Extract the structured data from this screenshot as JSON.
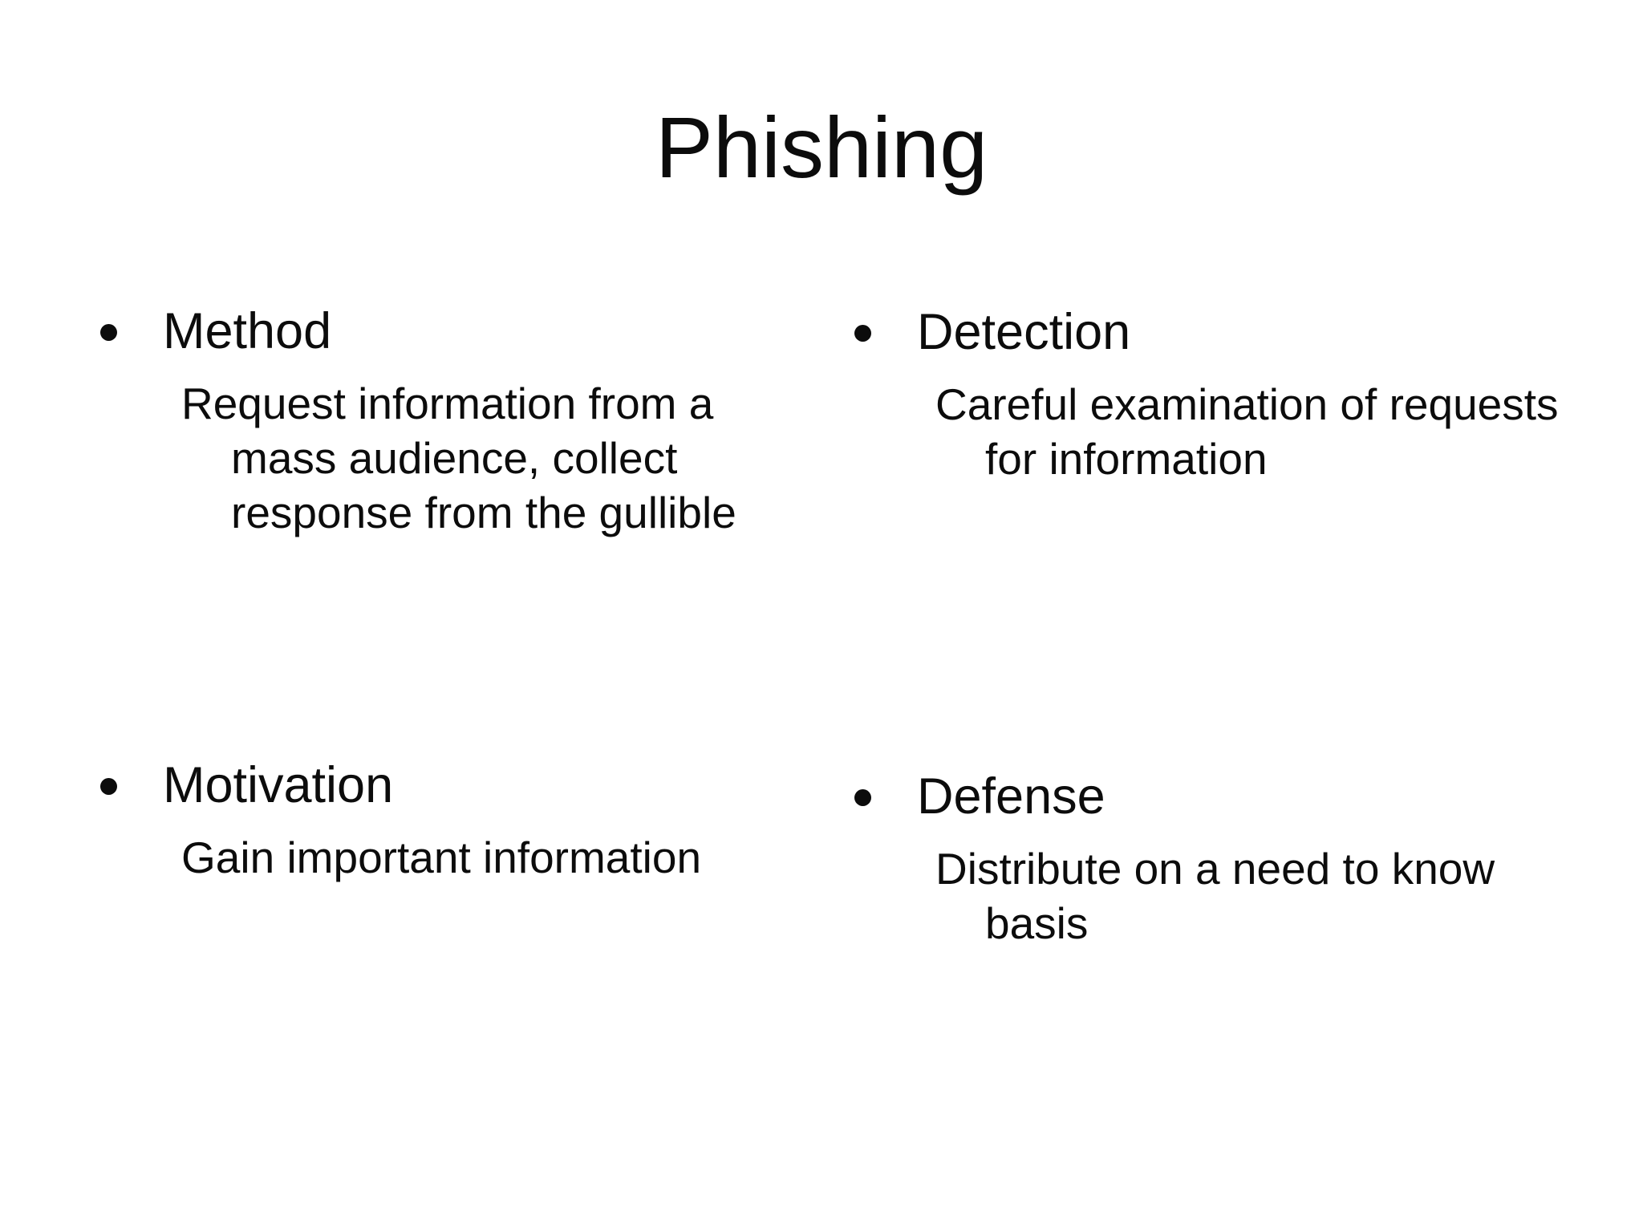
{
  "slide": {
    "title": "Phishing",
    "colors": {
      "background": "#ffffff",
      "text": "#0c0c0c"
    },
    "bullet_glyph": "•",
    "sections": [
      {
        "id": "method",
        "position": "top-left",
        "heading": "Method",
        "body": "Request information from a mass audience, collect response from the gullible",
        "body_lines": [
          "Request information from a",
          "mass audience, collect",
          "response from the gullible"
        ]
      },
      {
        "id": "detection",
        "position": "top-right",
        "heading": "Detection",
        "body": "Careful examination of requests for information",
        "body_lines": [
          "Careful examination of requests",
          "for information"
        ]
      },
      {
        "id": "motivation",
        "position": "bottom-left",
        "heading": "Motivation",
        "body": "Gain important information",
        "body_lines": [
          "Gain important information"
        ]
      },
      {
        "id": "defense",
        "position": "bottom-right",
        "heading": "Defense",
        "body": "Distribute on a need to know basis",
        "body_lines": [
          "Distribute on a need to know",
          "basis"
        ]
      }
    ]
  }
}
